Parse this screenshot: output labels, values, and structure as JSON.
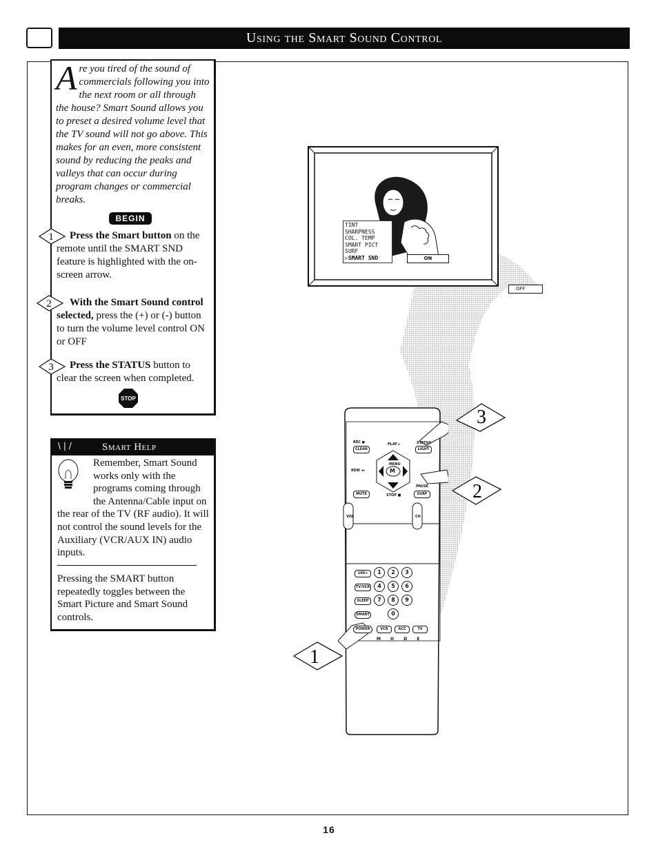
{
  "header": {
    "title": "Using the Smart Sound Control"
  },
  "intro": {
    "drop_cap": "A",
    "text": "re you tired of the sound of commercials following you into the next room or all through the house? Smart Sound allows you to preset a desired volume level that the TV sound will not go above. This makes for an even, more consistent sound by reducing the peaks and valleys that can occur during program changes or commercial breaks."
  },
  "begin_label": "BEGIN",
  "steps": [
    {
      "number": "1",
      "bold": "Press the Smart button",
      "text": " on the remote until the SMART SND feature is highlighted with the on-screen arrow."
    },
    {
      "number": "2",
      "bold": "With the Smart Sound control selected,",
      "text": " press the (+) or (-) button to turn the volume level control ON or OFF"
    },
    {
      "number": "3",
      "bold": "Press the STATUS",
      "text": " button to clear the screen when completed."
    }
  ],
  "stop_label": "STOP",
  "smart_help": {
    "title": "Smart Help",
    "paragraph1": "Remember, Smart Sound works only with the programs coming through the Antenna/Cable input on the rear of the TV (RF audio). It will not control the sound levels for the Auxiliary (VCR/AUX IN) audio inputs.",
    "paragraph2": "Pressing the SMART button repeatedly toggles between the Smart Picture and Smart Sound controls."
  },
  "tv_menu": {
    "items": [
      "TINT",
      "SHARPNESS",
      "COL. TEMP",
      "SMART PICT",
      "SURF"
    ],
    "selected": "▷SMART SND",
    "on_label": "ON",
    "off_label": "OFF"
  },
  "remote": {
    "labels": {
      "rec": "REC ●",
      "play": "PLAY ▸",
      "status": "STATUS",
      "clear": "CLEAR",
      "light": "LIGHT",
      "rew": "REW ◂◂",
      "menu": "MENU",
      "m": "M",
      "pause": "PAUSE",
      "mute": "MUTE",
      "stop": "STOP ■",
      "surf": "SURF",
      "vol": "VOL",
      "ch": "CH",
      "hundred": "100+",
      "tvvcr": "TV/VCR",
      "entersleep": "SLEEP",
      "smart": "SMART",
      "power": "POWER",
      "vcr": "VCR",
      "acc": "ACC",
      "tv": "TV",
      "mode": "M O D E"
    },
    "digits": [
      "1",
      "2",
      "3",
      "4",
      "5",
      "6",
      "7",
      "8",
      "9",
      "0"
    ]
  },
  "callouts": [
    "1",
    "2",
    "3"
  ],
  "page_number": "16"
}
